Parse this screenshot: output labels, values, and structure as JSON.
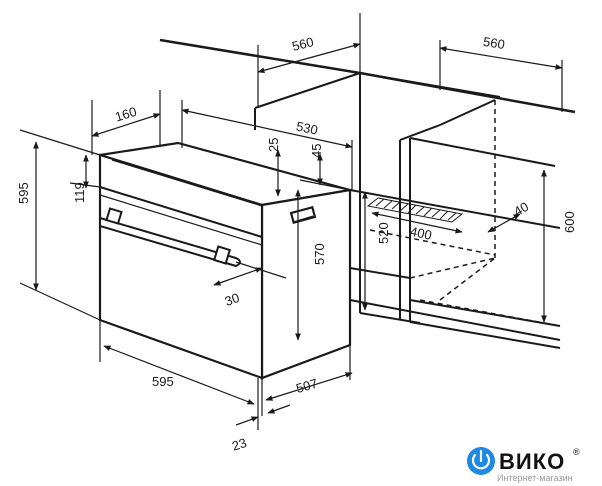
{
  "dimensions": {
    "cab_width_top": "560",
    "cab_width_side": "560",
    "oven_depth_top": "160",
    "inner_depth": "530",
    "top_gap": "25",
    "vent_height": "45",
    "oven_height": "595",
    "panel_height": "119",
    "cutout_height": "570",
    "handle_depth": "30",
    "niche_height": "520",
    "vent_width": "400",
    "vent_depth": "40",
    "cab_height": "600",
    "oven_width": "595",
    "body_depth": "507",
    "front_thickness": "23"
  },
  "logo": {
    "brand": "ВИКО",
    "registered": "®",
    "power_icon": "power-icon",
    "accent_color": "#1e88e5",
    "sub": "Интернет-магазин"
  }
}
